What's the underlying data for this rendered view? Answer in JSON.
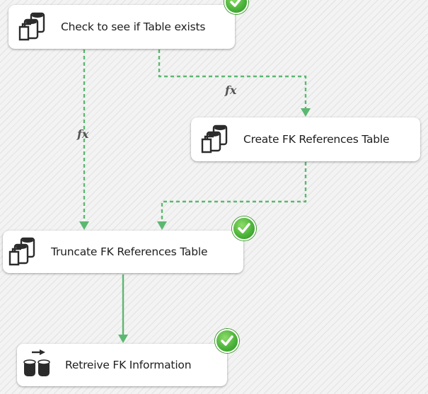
{
  "tasks": [
    {
      "label": "Check to see if Table exists",
      "icon": "sql-task-icon",
      "status": "success"
    },
    {
      "label": "Create FK References Table",
      "icon": "sql-task-icon",
      "status": "none"
    },
    {
      "label": "Truncate FK References Table",
      "icon": "sql-task-icon",
      "status": "success"
    },
    {
      "label": "Retreive FK Information",
      "icon": "data-flow-icon",
      "status": "success"
    }
  ],
  "expressions": [
    {
      "label": "fx"
    },
    {
      "label": "fx"
    }
  ],
  "colors": {
    "connector": "#5cb870",
    "success": "#4cb43a"
  }
}
